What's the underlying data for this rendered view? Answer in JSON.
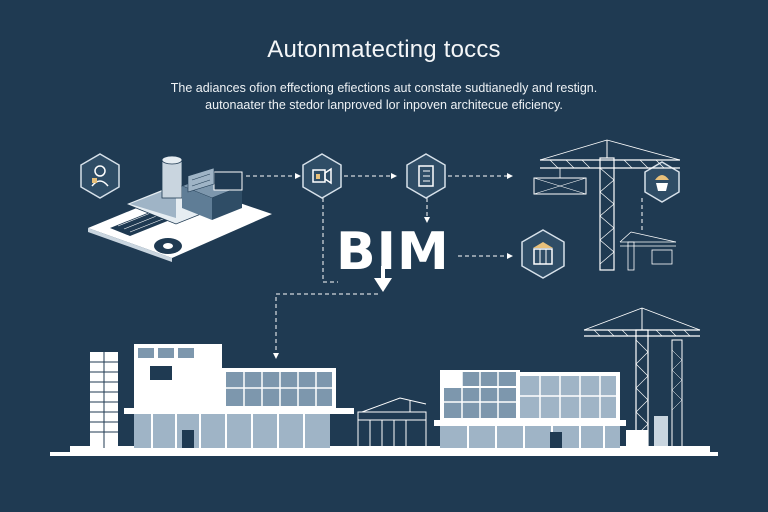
{
  "title": "Autonmatecting toccs",
  "subtitle_line1": "The adiances ofion effectiong efiections aut constate sudtianedly and restign.",
  "subtitle_line2": "autonaater the stedor lanproved lor inpoven architecue eficiency.",
  "center_label": "BIM",
  "colors": {
    "background": "#1f3a52",
    "line": "#ffffff",
    "glass": "#7d97ad",
    "glass_light": "#9fb4c6",
    "icon_fill": "#2f4d66",
    "icon_stroke": "#d7e1ea"
  },
  "icons": [
    "user-icon",
    "video-icon",
    "document-icon",
    "worker-icon",
    "building-icon"
  ]
}
